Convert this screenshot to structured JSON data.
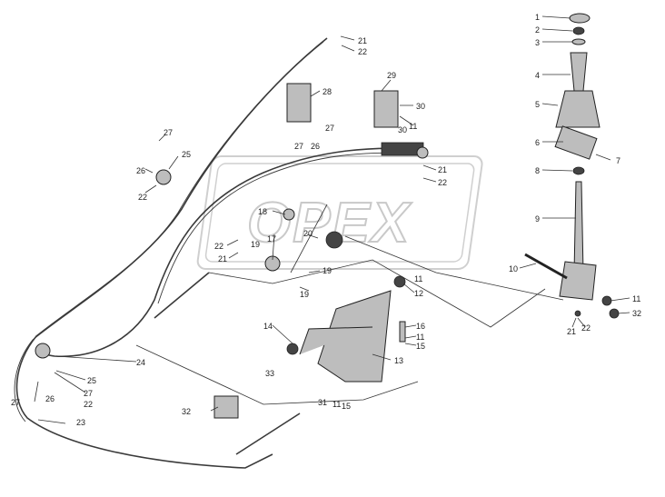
{
  "watermark": "OPEX",
  "callouts": {
    "c1": "1",
    "c2": "2",
    "c3": "3",
    "c4": "4",
    "c5": "5",
    "c6": "6",
    "c7": "7",
    "c8": "8",
    "c9": "9",
    "c10": "10",
    "c11a": "11",
    "c11b": "11",
    "c11c": "11",
    "c11d": "11",
    "c11e": "11",
    "c12": "12",
    "c13": "13",
    "c14": "14",
    "c15a": "15",
    "c15b": "15",
    "c16": "16",
    "c17": "17",
    "c18": "18",
    "c19a": "19",
    "c19b": "19",
    "c19c": "19",
    "c20": "20",
    "c21a": "21",
    "c21b": "21",
    "c21c": "21",
    "c21d": "21",
    "c22a": "22",
    "c22b": "22",
    "c22c": "22",
    "c22d": "22",
    "c22e": "22",
    "c22f": "22",
    "c23": "23",
    "c24": "24",
    "c25a": "25",
    "c25b": "25",
    "c26a": "26",
    "c26b": "26",
    "c27a": "27",
    "c27b": "27",
    "c27c": "27",
    "c27d": "27",
    "c27e": "27",
    "c28": "28",
    "c29": "29",
    "c30a": "30",
    "c30b": "30",
    "c31": "31",
    "c32a": "32",
    "c32b": "32",
    "c33": "33"
  }
}
